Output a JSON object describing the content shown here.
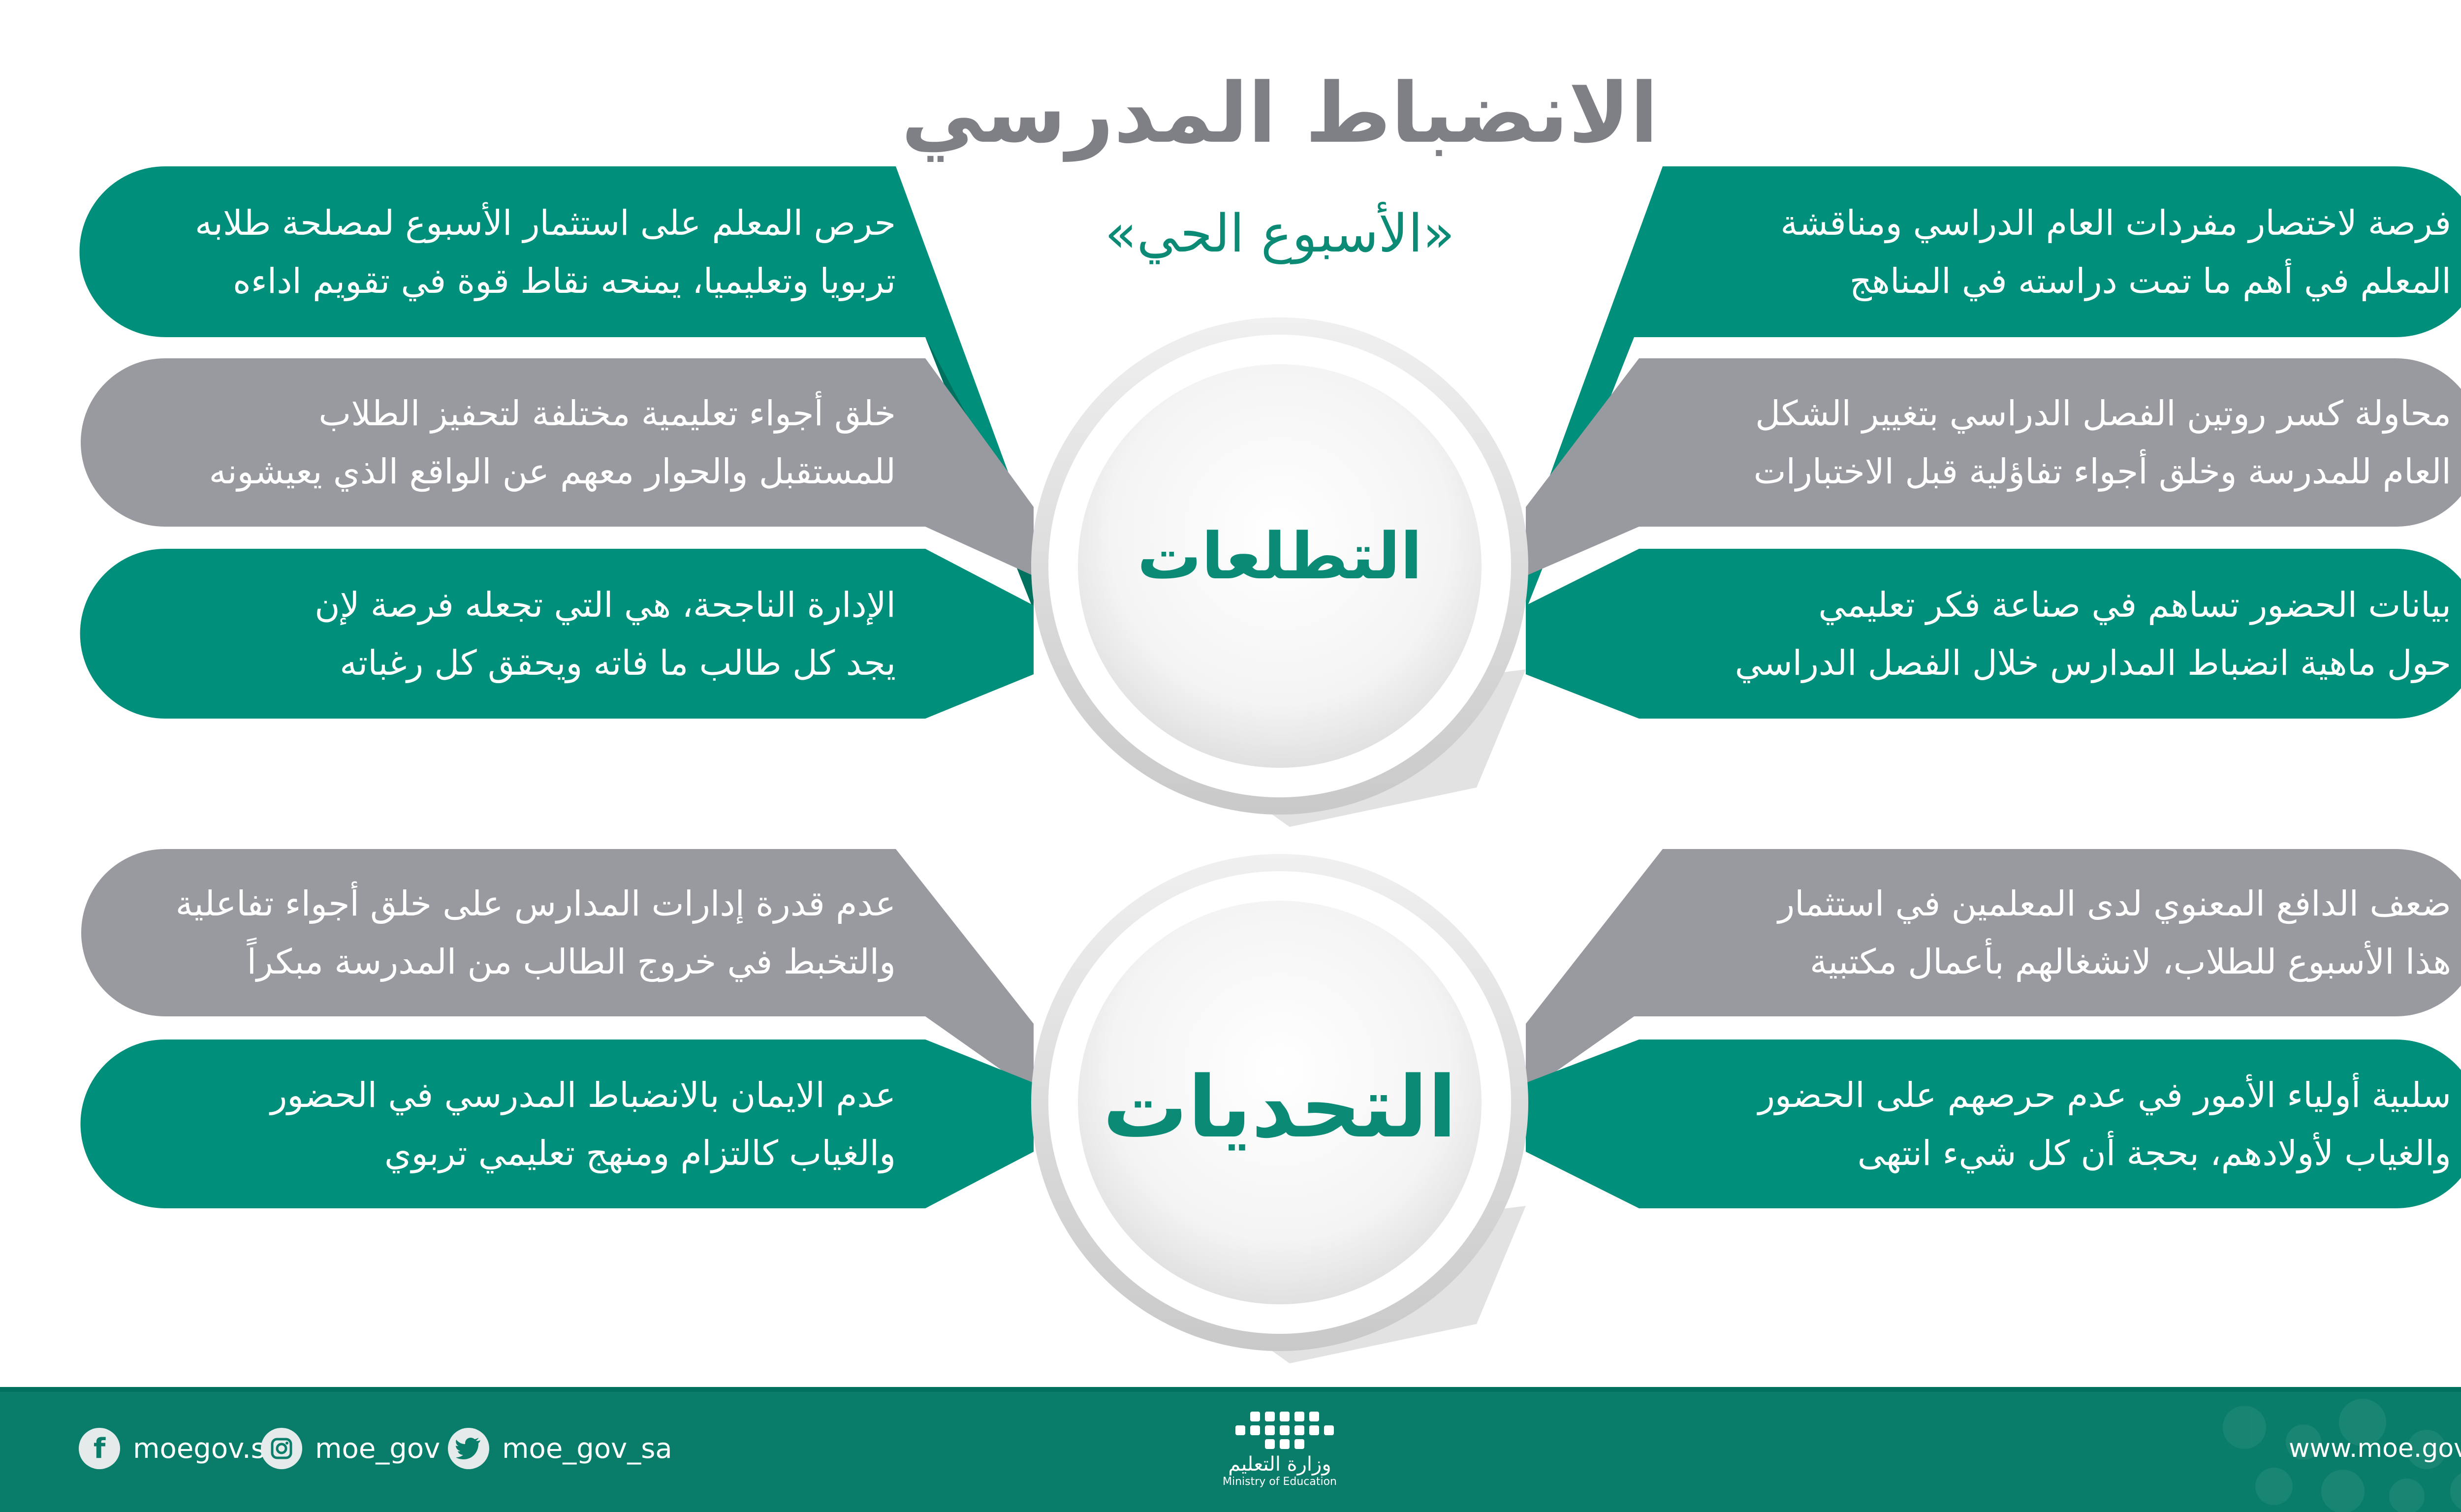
{
  "title": "الانضباط المدرسي",
  "subtitle": "«الأسبوع الحي»",
  "aspirations": {
    "label": "التطلعات",
    "left_items": [
      [
        "حرص المعلم على استثمار الأسبوع لمصلحة طلابه",
        "تربويا وتعليميا، يمنحه نقاط قوة في تقويم اداءه"
      ],
      [
        "خلق أجواء تعليمية مختلفة لتحفيز الطلاب",
        "للمستقبل والحوار معهم عن الواقع الذي يعيشونه"
      ],
      [
        "الإدارة الناجحة، هي التي تجعله فرصة لإن",
        "يجد كل طالب ما فاته ويحقق كل رغباته"
      ]
    ],
    "right_items": [
      [
        "فرصة لاختصار مفردات العام الدراسي ومناقشة",
        "المعلم في أهم ما تمت دراسته في المناهج"
      ],
      [
        "محاولة كسر روتين الفصل الدراسي بتغيير الشكل",
        "العام للمدرسة وخلق أجواء تفاؤلية قبل الاختبارات"
      ],
      [
        "بيانات الحضور تساهم في صناعة فكر تعليمي",
        "حول ماهية انضباط المدارس خلال الفصل الدراسي"
      ]
    ]
  },
  "challenges": {
    "label": "التحديات",
    "left_items": [
      [
        "عدم قدرة إدارات المدارس على خلق أجواء تفاعلية",
        "والتخبط في خروج الطالب من المدرسة مبكراً"
      ],
      [
        "عدم الايمان بالانضباط المدرسي في الحضور",
        "والغياب كالتزام ومنهج تعليمي تربوي"
      ]
    ],
    "right_items": [
      [
        "ضعف الدافع المعنوي لدى المعلمين في استثمار",
        "هذا الأسبوع للطلاب، لانشغالهم بأعمال مكتبية"
      ],
      [
        "سلبية أولياء الأمور في عدم حرصهم على الحضور",
        "والغياب لأولادهم، بحجة أن كل شيء انتهى"
      ]
    ]
  },
  "footer": {
    "facebook": "moegov.sa",
    "instagram": "moe_gov",
    "twitter": "moe_gov_sa",
    "logo_ar": "وزارة التعليم",
    "logo_en": "Ministry of Education",
    "website": "www.moe.gov.sa",
    "icons": {
      "facebook": "facebook-icon",
      "instagram": "instagram-icon",
      "twitter": "twitter-icon"
    }
  },
  "colors": {
    "teal": "#008f7a",
    "teal_dark": "#00705f",
    "gray": "#999a9f",
    "gray_dark": "#77787d",
    "title_gray": "#7f8086",
    "label_teal": "#0b8a75",
    "footer": "#0a7d6a"
  }
}
